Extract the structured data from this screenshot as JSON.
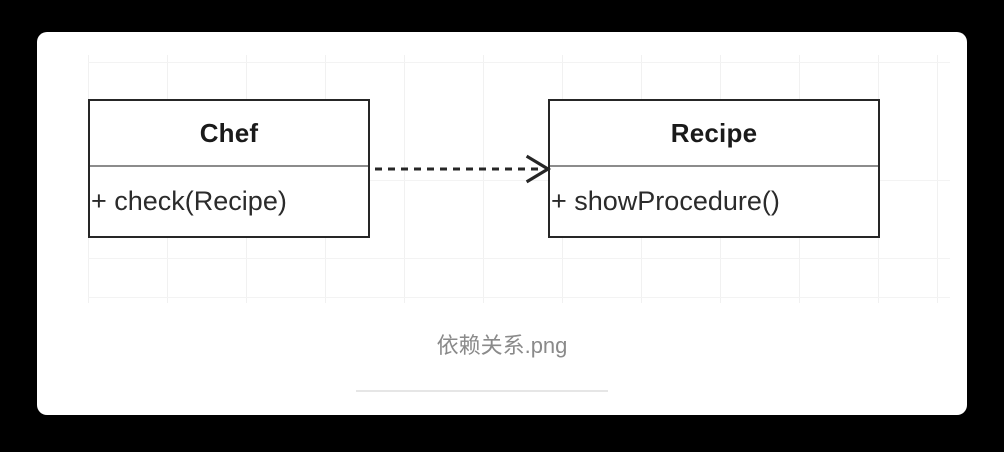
{
  "canvas": {
    "background_color": "#000000",
    "card_background_color": "#ffffff"
  },
  "diagram": {
    "type": "uml-class-diagram",
    "relationship": "dependency",
    "grid": {
      "visible": true,
      "line_color": "#f1f1f1",
      "vertical_positions": [
        0,
        79,
        158,
        237,
        316,
        395,
        474,
        553,
        632,
        711,
        790,
        849
      ],
      "horizontal_positions": [
        7,
        125,
        203,
        242
      ]
    },
    "classes": [
      {
        "id": "chef",
        "name": "Chef",
        "members": [
          "+ check(Recipe)"
        ],
        "border_color": "#262626",
        "divider_color": "#8c8c8c"
      },
      {
        "id": "recipe",
        "name": "Recipe",
        "members": [
          "+ showProcedure()"
        ],
        "border_color": "#262626",
        "divider_color": "#8c8c8c"
      }
    ],
    "connector": {
      "kind": "dependency",
      "line_style": "dashed",
      "arrowhead": "open-v",
      "stroke_color": "#262626",
      "source": "Chef",
      "target": "Recipe"
    }
  },
  "caption": {
    "text": "依赖关系.png",
    "color": "#8a8a8a"
  }
}
